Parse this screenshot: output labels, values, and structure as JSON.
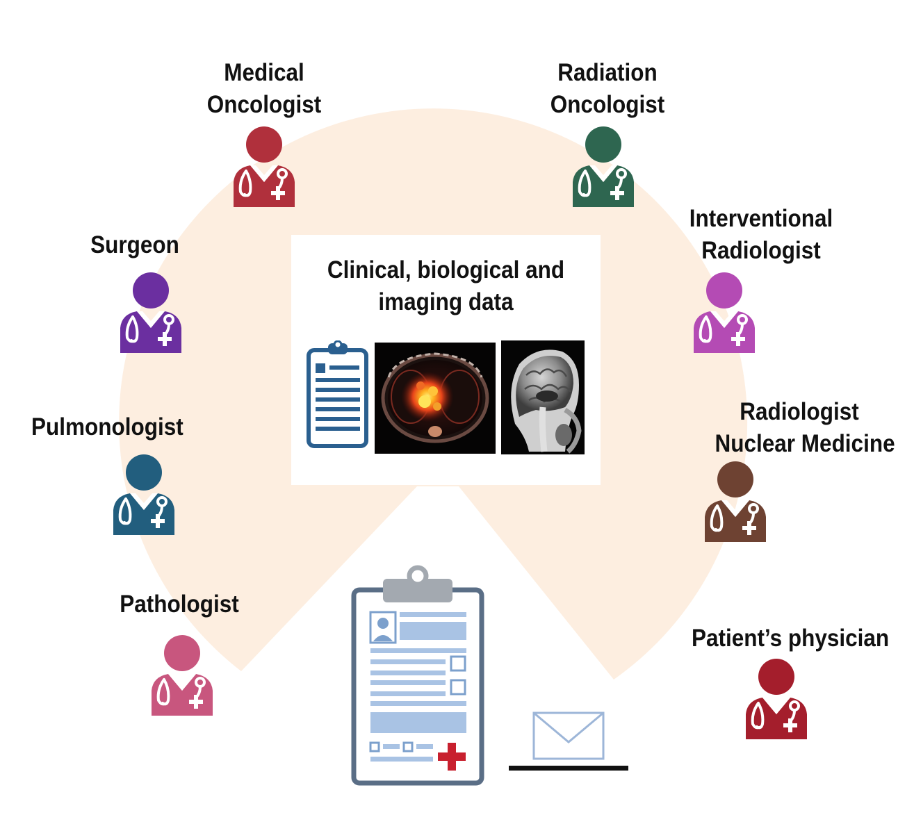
{
  "center": {
    "title_line1": "Clinical, biological and",
    "title_line2": "imaging data",
    "icons": [
      "clipboard-document-icon",
      "pet-ct-chest-scan",
      "brain-mri-sagittal-scan"
    ]
  },
  "specialists": [
    {
      "id": "medical-oncologist",
      "lines": [
        "Medical",
        "Oncologist"
      ],
      "color": "#B0303C",
      "icon": "doctor-icon"
    },
    {
      "id": "radiation-oncologist",
      "lines": [
        "Radiation",
        "Oncologist"
      ],
      "color": "#2E6650",
      "icon": "doctor-icon"
    },
    {
      "id": "surgeon",
      "lines": [
        "Surgeon"
      ],
      "color": "#6B2FA0",
      "icon": "doctor-icon"
    },
    {
      "id": "interventional-radiologist",
      "lines": [
        "Interventional",
        "Radiologist"
      ],
      "color": "#B44BB4",
      "icon": "doctor-icon"
    },
    {
      "id": "pulmonologist",
      "lines": [
        "Pulmonologist"
      ],
      "color": "#225E7E",
      "icon": "doctor-icon"
    },
    {
      "id": "radiologist-nuclear-medicine",
      "lines": [
        "Radiologist",
        "Nuclear Medicine"
      ],
      "color": "#6E4232",
      "icon": "doctor-icon"
    },
    {
      "id": "pathologist",
      "lines": [
        "Pathologist"
      ],
      "color": "#C8567E",
      "icon": "doctor-icon"
    },
    {
      "id": "patients-physician",
      "lines": [
        "Patient’s physician"
      ],
      "color": "#A41E2C",
      "icon": "doctor-icon"
    }
  ],
  "bottom_icons": [
    "medical-report-clipboard-icon",
    "envelope-icon"
  ],
  "colors": {
    "background_shape": "#FDEEE0",
    "clipboard_blue": "#2A5F8F",
    "report_frame": "#5A6E86",
    "report_fill": "#A9C3E4",
    "report_cross": "#C8202E",
    "envelope_stroke": "#9DB6D8"
  }
}
